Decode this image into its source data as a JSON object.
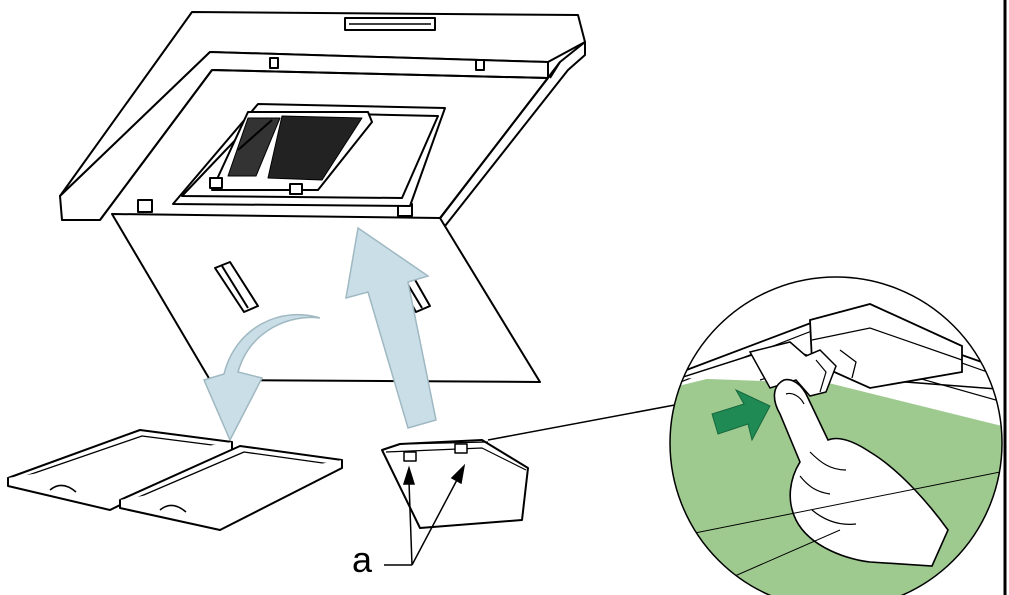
{
  "diagram": {
    "callout_label": "a",
    "colors": {
      "arrow_fill": "#c9dee6",
      "detail_background": "#9fca8f",
      "detail_arrow": "#1f8a53",
      "line": "#000000",
      "background": "#ffffff"
    },
    "parts": [
      "range-hood",
      "hood-panel",
      "grease-filter-left",
      "grease-filter-right",
      "filter-clip-part",
      "detail-magnifier"
    ],
    "arrows": [
      "remove-arrow",
      "insert-arrow",
      "detail-push-arrow"
    ]
  }
}
